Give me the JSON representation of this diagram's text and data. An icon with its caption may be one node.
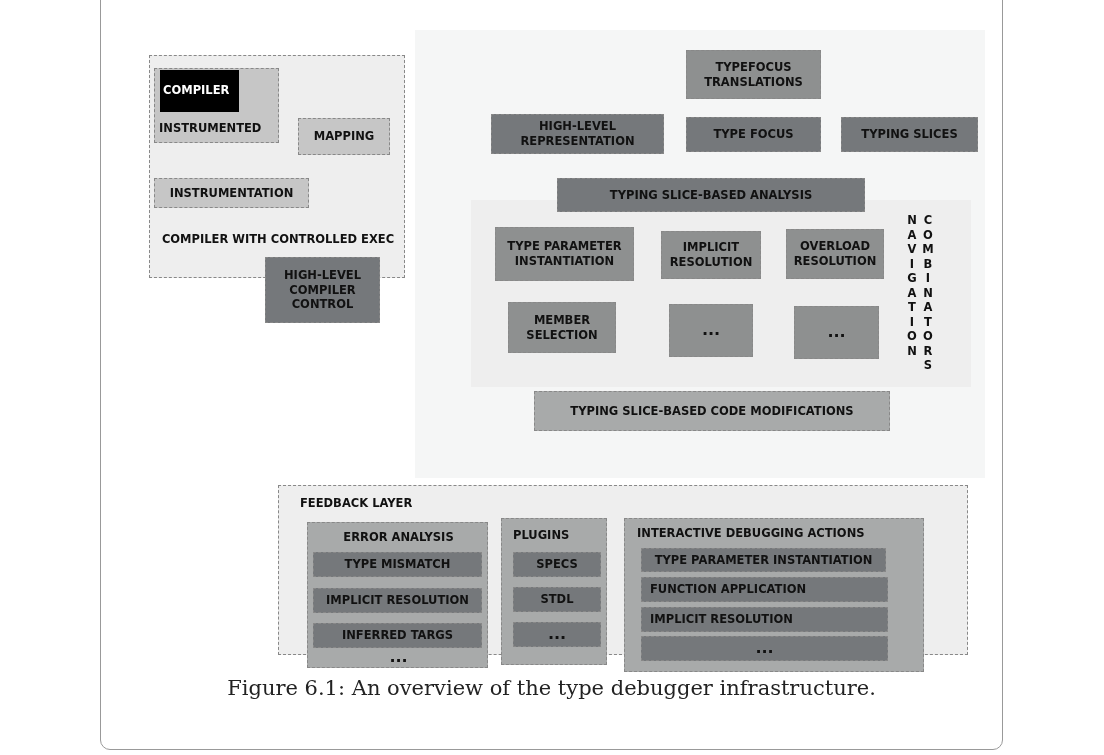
{
  "diagram": {
    "caption": "Figure 6.1: An overview of the type debugger infrastructure.",
    "nodes": [
      {
        "text": [
          "COMPILER WITH CONTROLLED EXEC"
        ]
      },
      {
        "text": [
          "INSTRUMENTED"
        ],
        "in": 0
      },
      {
        "text": [
          "COMPILER"
        ],
        "in": 1
      },
      {
        "text": [
          "MAPPING"
        ],
        "in": 0
      },
      {
        "text": [
          "INSTRUMENTATION"
        ],
        "in": 0
      },
      {
        "text": [
          "HIGH-LEVEL COMPILER CONTROL"
        ]
      },
      {
        "text": [],
        "shape": "box"
      },
      {
        "text": [
          "TYPEFOCUS TRANSLATIONS"
        ],
        "in": 6
      },
      {
        "text": [
          "HIGH-LEVEL REPRESENTATION"
        ],
        "in": 6
      },
      {
        "text": [
          "TYPE FOCUS"
        ],
        "in": 6
      },
      {
        "text": [
          "TYPING SLICES"
        ],
        "in": 6
      },
      {
        "text": [
          "NAVIGATION",
          "COMBINATORS"
        ],
        "in": 6
      },
      {
        "text": [
          "TYPING SLICE-BASED ANALYSIS"
        ],
        "in": 6
      },
      {
        "text": [
          "TYPE PARAMETER INSTANTIATION"
        ],
        "in": 11
      },
      {
        "text": [
          "IMPLICIT RESOLUTION"
        ],
        "in": 11
      },
      {
        "text": [
          "OVERLOAD RESOLUTION"
        ],
        "in": 11
      },
      {
        "text": [
          "MEMBER SELECTION"
        ],
        "in": 11
      },
      {
        "text": [
          "..."
        ],
        "in": 11
      },
      {
        "text": [
          "..."
        ],
        "in": 11
      },
      {
        "text": [
          "TYPING SLICE-BASED CODE MODIFICATIONS"
        ],
        "in": 6
      },
      {
        "text": [
          "FEEDBACK LAYER"
        ]
      },
      {
        "text": [
          "ERROR ANALYSIS",
          "..."
        ],
        "in": 20
      },
      {
        "text": [
          "TYPE MISMATCH"
        ],
        "in": 21
      },
      {
        "text": [
          "IMPLICIT RESOLUTION"
        ],
        "in": 21
      },
      {
        "text": [
          "INFERRED TARGS"
        ],
        "in": 21
      },
      {
        "text": [
          "PLUGINS"
        ],
        "in": 20
      },
      {
        "text": [
          "SPECS"
        ],
        "in": 25
      },
      {
        "text": [
          "STDL"
        ],
        "in": 25
      },
      {
        "text": [
          "..."
        ],
        "in": 25
      },
      {
        "text": [
          "INTERACTIVE DEBUGGING ACTIONS"
        ],
        "in": 20
      },
      {
        "text": [
          "TYPE PARAMETER INSTANTIATION"
        ],
        "in": 29
      },
      {
        "text": [
          "FUNCTION APPLICATION"
        ],
        "in": 29
      },
      {
        "text": [
          "IMPLICIT RESOLUTION"
        ],
        "in": 29
      },
      {
        "text": [
          "..."
        ],
        "in": 29
      }
    ],
    "edges": []
  }
}
